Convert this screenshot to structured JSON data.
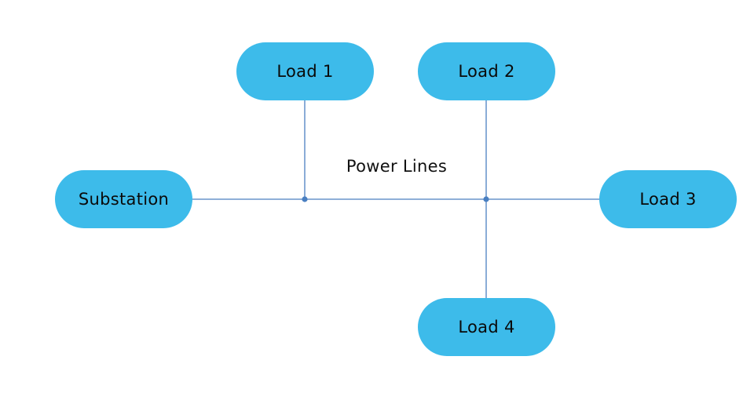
{
  "diagram": {
    "line_color": "#4a7fc1",
    "node_color": "#3dbbea",
    "edge_label": "Power Lines",
    "nodes": {
      "substation": "Substation",
      "load1": "Load 1",
      "load2": "Load 2",
      "load3": "Load 3",
      "load4": "Load 4"
    }
  }
}
